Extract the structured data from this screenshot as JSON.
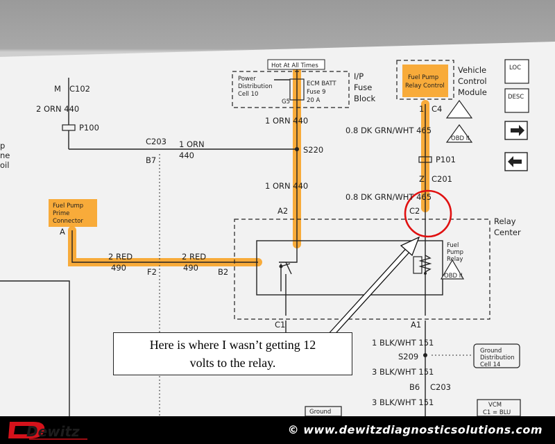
{
  "diagram": {
    "connector_labels": {
      "c102": "C102",
      "m": "M",
      "p100": "P100",
      "c203": "C203",
      "b7": "B7",
      "s220": "S220",
      "a2": "A2",
      "c1": "C1",
      "f2": "F2",
      "b2": "B2",
      "a": "A",
      "p101": "P101",
      "z": "Z",
      "c201": "C201",
      "c2": "C2",
      "one": "1",
      "c4": "C4",
      "a1": "A1",
      "s209": "S209",
      "b6": "B6",
      "c203b": "C203",
      "g5": "G5"
    },
    "wire_labels": {
      "orn440_left": "2 ORN   440",
      "orn440_mid_a": "1 ORN",
      "orn440_mid_b": "440",
      "orn440_upper": "1 ORN   440",
      "orn440_lower": "1 ORN   440",
      "grn465_upper": "0.8 DK GRN/WHT 465",
      "grn465_lower": "0.8 DK GRN/WHT 465",
      "red_left": "2 RED",
      "red_left_num": "490",
      "red_right": "2 RED",
      "red_right_num": "490",
      "blk151_a": "1 BLK/WHT 151",
      "blk151_b": "3 BLK/WHT 151",
      "blk151_c": "3 BLK/WHT 151"
    },
    "components": {
      "hot_at_all_times": "Hot At All Times",
      "power_dist_1": "Power",
      "power_dist_2": "Distribution",
      "power_dist_3": "Cell 10",
      "fuse_1": "ECM BATT",
      "fuse_2": "Fuse 9",
      "fuse_3": "20 A",
      "ip_fuse_1": "I/P",
      "ip_fuse_2": "Fuse",
      "ip_fuse_3": "Block",
      "vcm_1": "Vehicle",
      "vcm_2": "Control",
      "vcm_3": "Module",
      "fp_relay_ctrl_1": "Fuel Pump",
      "fp_relay_ctrl_2": "Relay Control",
      "prime_1": "Fuel Pump",
      "prime_2": "Prime",
      "prime_3": "Connector",
      "relay_center_1": "Relay",
      "relay_center_2": "Center",
      "fp_relay_1": "Fuel",
      "fp_relay_2": "Pump",
      "fp_relay_3": "Relay",
      "ground_dist_1": "Ground",
      "ground_dist_2": "Distribution",
      "ground_dist_3": "Cell 14",
      "ground_bottom": "Ground",
      "vcm_box_1": "VCM",
      "vcm_box_2": "C1 = BLU",
      "left_frag_1": "p",
      "left_frag_2": "ne",
      "left_frag_3": "oil",
      "obd": "OBD II",
      "loc": "LOC",
      "desc": "DESC"
    }
  },
  "callout": {
    "line1": "Here is where I wasn’t getting 12",
    "line2": "volts to the relay."
  },
  "footer": {
    "logo_text": "Dewitz",
    "copyright": "© www.dewitzdiagnosticsolutions.com"
  },
  "colors": {
    "highlight": "#f8a52a",
    "circle": "#e01010",
    "logo_red": "#d4121b"
  }
}
